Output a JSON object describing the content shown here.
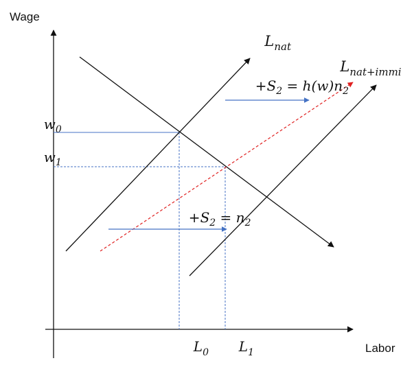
{
  "axes": {
    "y_title": "Wage",
    "x_title": "Labor"
  },
  "curves": {
    "demand": {
      "color": "#111111"
    },
    "l_nat": {
      "label_main": "L",
      "label_sub": "nat",
      "color": "#111111"
    },
    "l_nat_immi": {
      "label_main": "L",
      "label_sub": "nat+immi",
      "color": "#e02020"
    },
    "shifted_supply": {
      "color": "#111111"
    }
  },
  "wage_levels": [
    {
      "main": "w",
      "sub": "0"
    },
    {
      "main": "w",
      "sub": "1"
    }
  ],
  "labor_levels": [
    {
      "main": "L",
      "sub": "0"
    },
    {
      "main": "L",
      "sub": "1"
    }
  ],
  "shifts": {
    "upper": {
      "plus": "+",
      "s": "S",
      "s_sub": "2",
      "eq": " = ",
      "rhs": "h(w)n",
      "rhs_sub": "2",
      "arrow_color": "#4472c4"
    },
    "lower": {
      "plus": "+",
      "s": "S",
      "s_sub": "2",
      "eq": " = ",
      "rhs": "n",
      "rhs_sub": "2",
      "arrow_color": "#4472c4"
    }
  },
  "guide_color": "#4472c4"
}
